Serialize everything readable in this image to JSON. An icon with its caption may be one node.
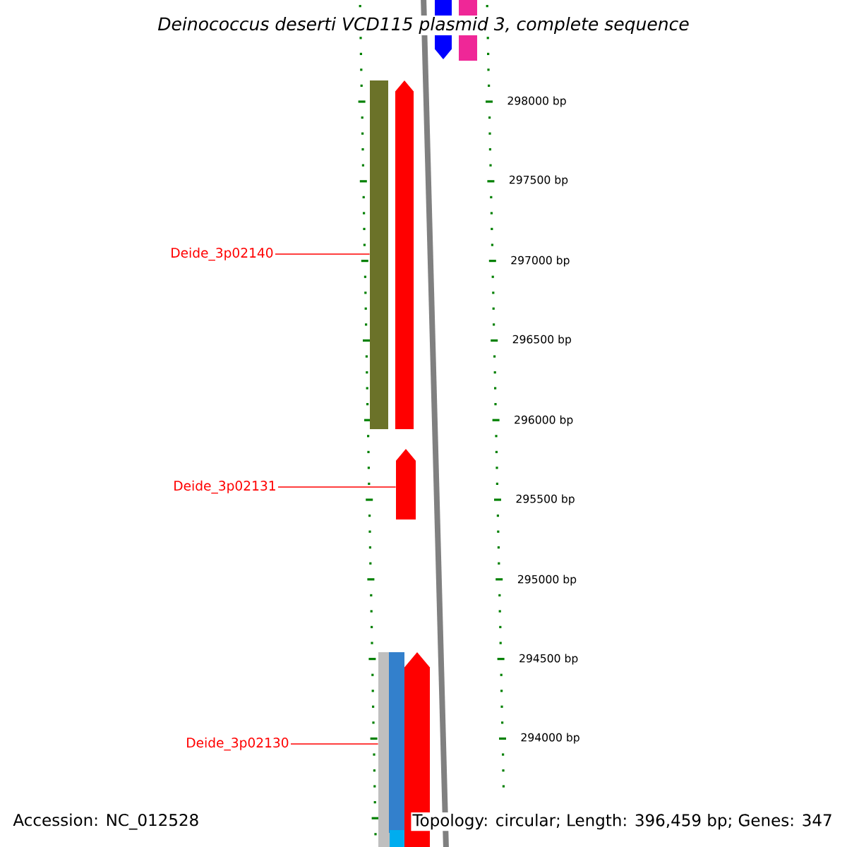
{
  "diagram": {
    "title": "Deinococcus deserti VCD115 plasmid 3, complete sequence",
    "nodes": [
      {
        "text": [
          "Deide_3p02140"
        ]
      },
      {
        "text": [
          "Deide_3p02131"
        ]
      },
      {
        "text": [
          "Deide_3p02130"
        ]
      },
      {
        "text": [],
        "shape": "bar"
      },
      {
        "text": [],
        "shape": "arrow"
      },
      {
        "text": [],
        "shape": "arrow"
      },
      {
        "text": [],
        "shape": "bar"
      },
      {
        "text": [],
        "shape": "arrow"
      },
      {
        "text": [],
        "shape": "bar"
      },
      {
        "text": [],
        "shape": "bar"
      },
      {
        "text": [],
        "shape": "bar"
      },
      {
        "text": [],
        "shape": "arrow"
      }
    ],
    "edges": [
      {
        "from": 0,
        "to": 3,
        "arrow": "none",
        "color": "#ff0000"
      },
      {
        "from": 1,
        "to": 7,
        "arrow": "none",
        "color": "#ff0000"
      },
      {
        "from": 2,
        "to": 8,
        "arrow": "none",
        "color": "#ff0000"
      }
    ],
    "labels": [
      "298000 bp",
      "297500 bp",
      "297000 bp",
      "296500 bp",
      "296000 bp",
      "295500 bp",
      "295000 bp",
      "294500 bp",
      "294000 bp",
      "Accession: NC_012528",
      "Topology: circular; Length: 396,459 bp; Genes: 347"
    ]
  }
}
